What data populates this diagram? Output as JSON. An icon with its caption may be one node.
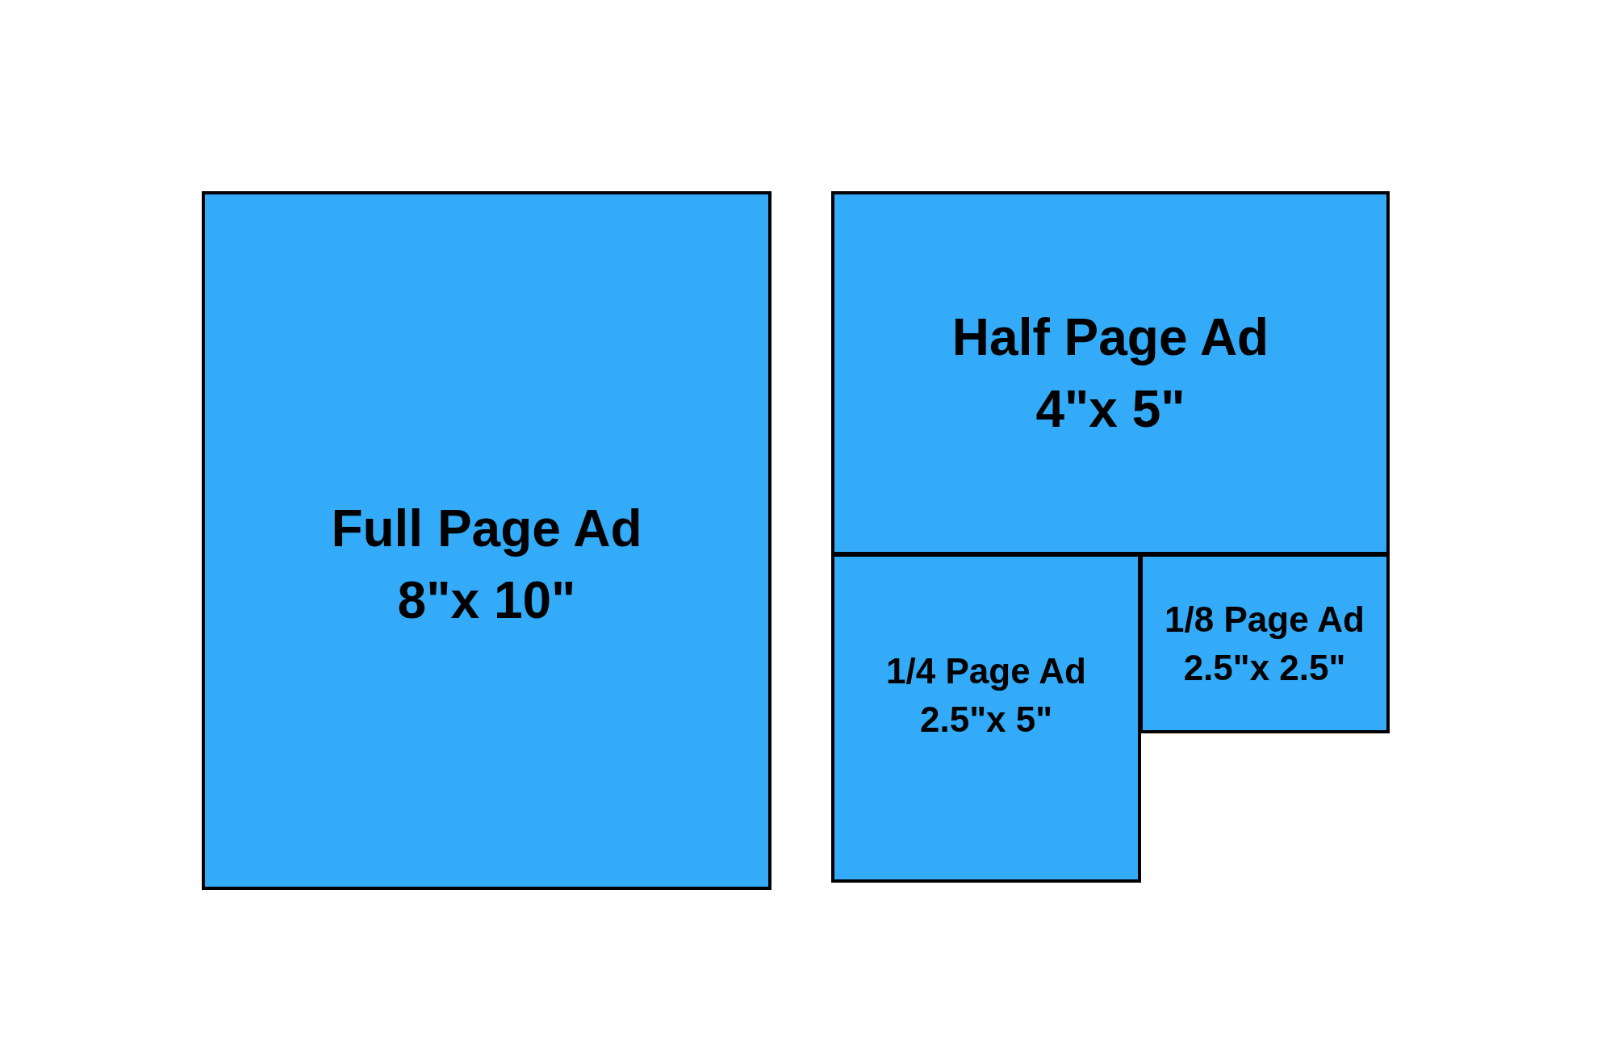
{
  "diagram": {
    "nodes": [
      {
        "text": [
          "Full Page Ad",
          "8\"x 10\""
        ]
      },
      {
        "text": [
          "Half Page Ad",
          "4\"x 5\""
        ]
      },
      {
        "text": [
          "1/4 Page Ad",
          "2.5\"x 5\""
        ]
      },
      {
        "text": [
          "1/8 Page Ad",
          "2.5\"x 2.5\""
        ]
      }
    ]
  }
}
